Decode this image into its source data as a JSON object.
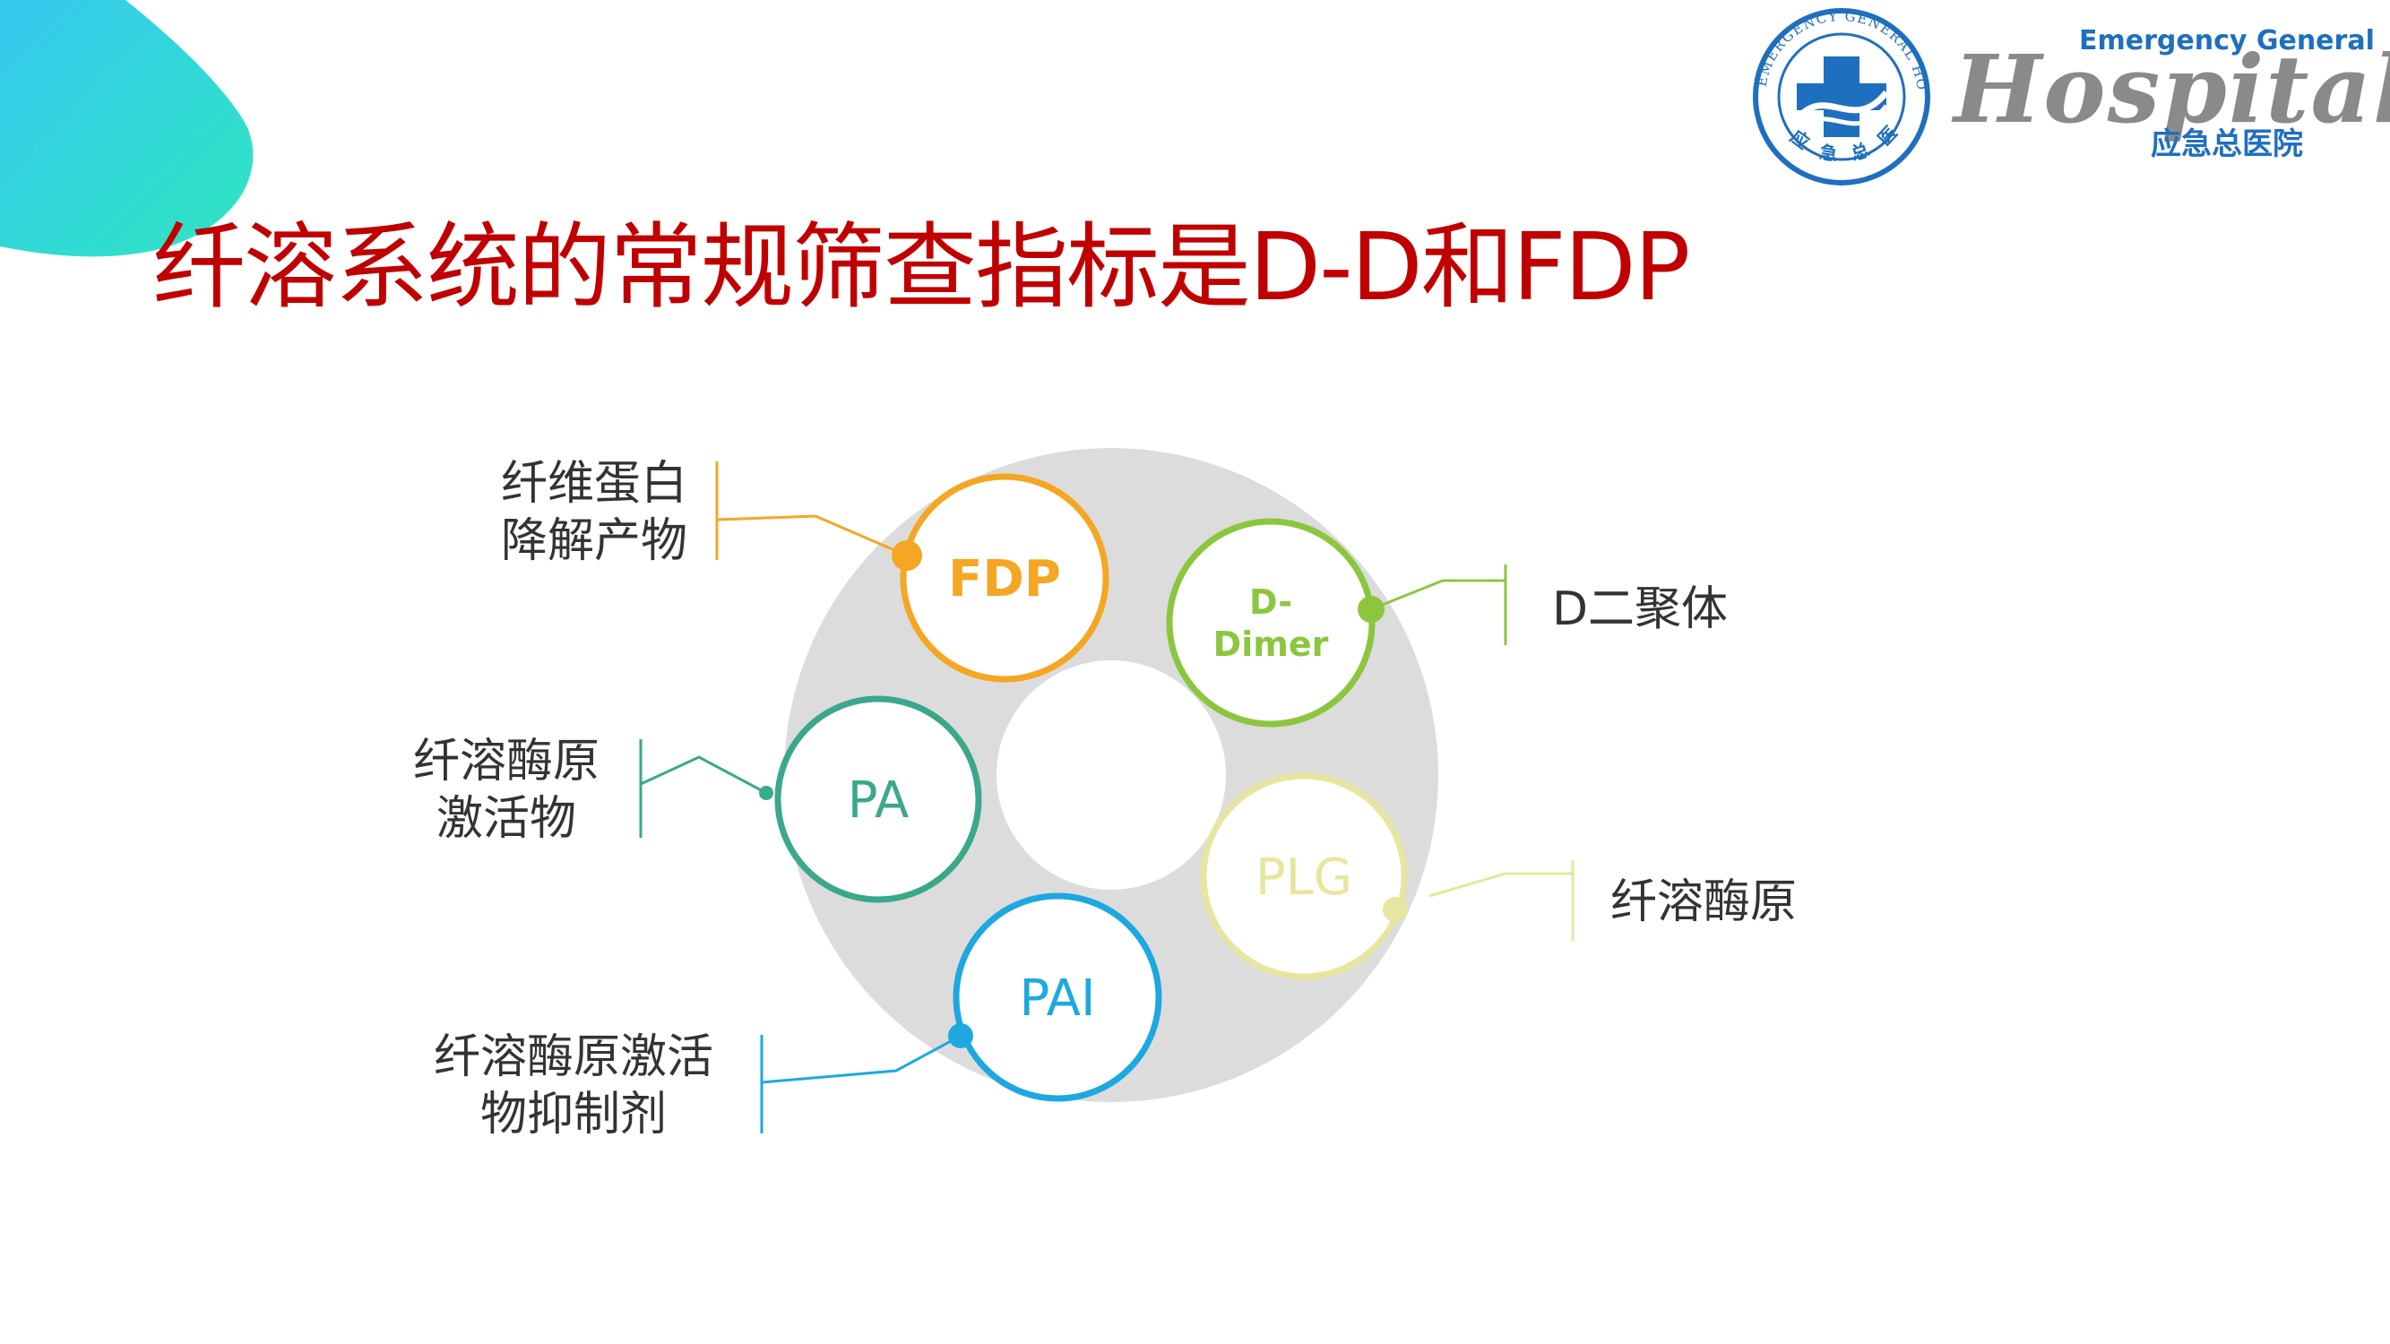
{
  "slide": {
    "title": "纤溶系统的常规筛查指标是D-D和FDP"
  },
  "logo": {
    "en_top": "Emergency General",
    "en_script": "Hospital",
    "cn_name": "应急总医院",
    "ring_text": "EMERGENCY GENERAL HOSPITAL",
    "ring_cn": "应 急 总 医 院"
  },
  "nodes": [
    {
      "id": "fdp",
      "label": "FDP",
      "color": "#f5a623",
      "description": [
        "纤维蛋白",
        "降解产物"
      ]
    },
    {
      "id": "ddimer",
      "label": [
        "D-",
        "Dimer"
      ],
      "color": "#8cc63f",
      "description": [
        "D二聚体"
      ]
    },
    {
      "id": "pa",
      "label": "PA",
      "color": "#3aa88a",
      "description": [
        "纤溶酶原",
        "激活物"
      ]
    },
    {
      "id": "plg",
      "label": "PLG",
      "color": "#e6e6a0",
      "description": [
        "纤溶酶原"
      ]
    },
    {
      "id": "pai",
      "label": "PAI",
      "color": "#1da8e0",
      "description": [
        "纤溶酶原激活",
        "物抑制剂"
      ]
    }
  ],
  "colors": {
    "title": "#c00000",
    "ring": "#dcdcdc",
    "blob_start": "#36c8f0",
    "blob_end": "#2ee6c0"
  }
}
